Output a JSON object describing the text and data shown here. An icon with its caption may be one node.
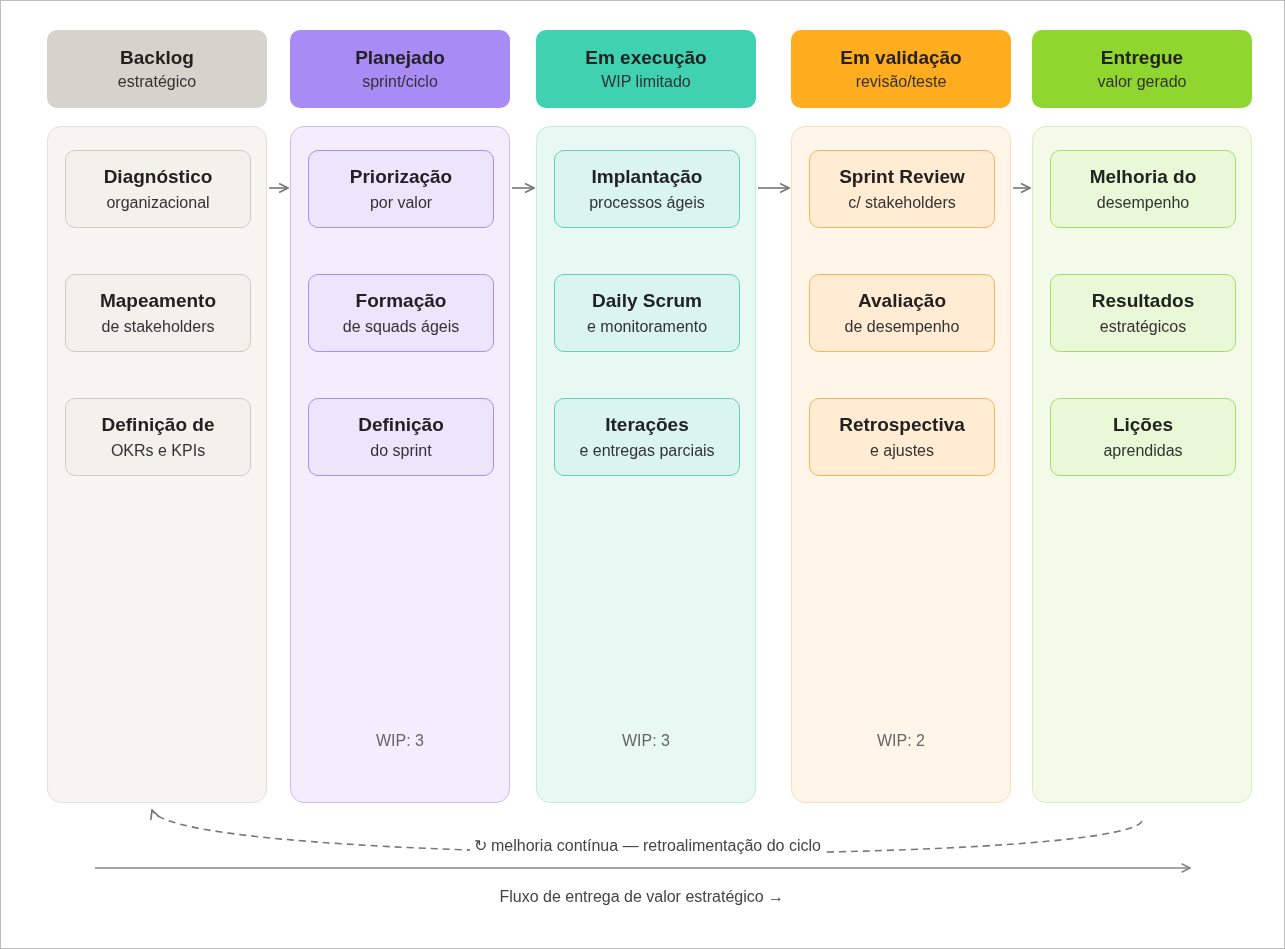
{
  "diagram": {
    "nodes": [
      {
        "text": [
          "Backlog",
          "estratégico"
        ]
      },
      {
        "text": [],
        "shape": "box"
      },
      {
        "text": [
          "Diagnóstico",
          "organizacional"
        ],
        "in": 1
      },
      {
        "text": [
          "Mapeamento",
          "de stakeholders"
        ],
        "in": 1
      },
      {
        "text": [
          "Definição de",
          "OKRs e KPIs"
        ],
        "in": 1
      },
      {
        "text": [
          "Planejado",
          "sprint/ciclo"
        ]
      },
      {
        "text": [
          "WIP: 3"
        ]
      },
      {
        "text": [
          "Priorização",
          "por valor"
        ],
        "in": 6
      },
      {
        "text": [
          "Formação",
          "de squads ágeis"
        ],
        "in": 6
      },
      {
        "text": [
          "Definição",
          "do sprint"
        ],
        "in": 6
      },
      {
        "text": [
          "Em execução",
          "WIP limitado"
        ]
      },
      {
        "text": [
          "WIP: 3"
        ]
      },
      {
        "text": [
          "Implantação",
          "processos ágeis"
        ],
        "in": 11
      },
      {
        "text": [
          "Daily Scrum",
          "e monitoramento"
        ],
        "in": 11
      },
      {
        "text": [
          "Iterações",
          "e entregas parciais"
        ],
        "in": 11
      },
      {
        "text": [
          "Em validação",
          "revisão/teste"
        ]
      },
      {
        "text": [
          "WIP: 2"
        ]
      },
      {
        "text": [
          "Sprint Review",
          "c/ stakeholders"
        ],
        "in": 16
      },
      {
        "text": [
          "Avaliação",
          "de desempenho"
        ],
        "in": 16
      },
      {
        "text": [
          "Retrospectiva",
          "e ajustes"
        ],
        "in": 16
      },
      {
        "text": [
          "Entregue",
          "valor gerado"
        ]
      },
      {
        "text": [],
        "shape": "box"
      },
      {
        "text": [
          "Melhoria do",
          "desempenho"
        ],
        "in": 21
      },
      {
        "text": [
          "Resultados",
          "estratégicos"
        ],
        "in": 21
      },
      {
        "text": [
          "Lições",
          "aprendidas"
        ],
        "in": 21
      }
    ],
    "edges": [
      {
        "from": 1,
        "to": 6,
        "arrow": "to"
      },
      {
        "from": 6,
        "to": 11,
        "arrow": "to"
      },
      {
        "from": 11,
        "to": 16,
        "arrow": "to"
      },
      {
        "from": 16,
        "to": 21,
        "arrow": "to"
      },
      {
        "from": 21,
        "to": 1,
        "arrow": "to",
        "style": "dashed",
        "label": "↻ melhoria contínua — retroalimentação do ciclo"
      }
    ],
    "labels": [
      "Fluxo de entrega de valor estratégico →"
    ]
  }
}
